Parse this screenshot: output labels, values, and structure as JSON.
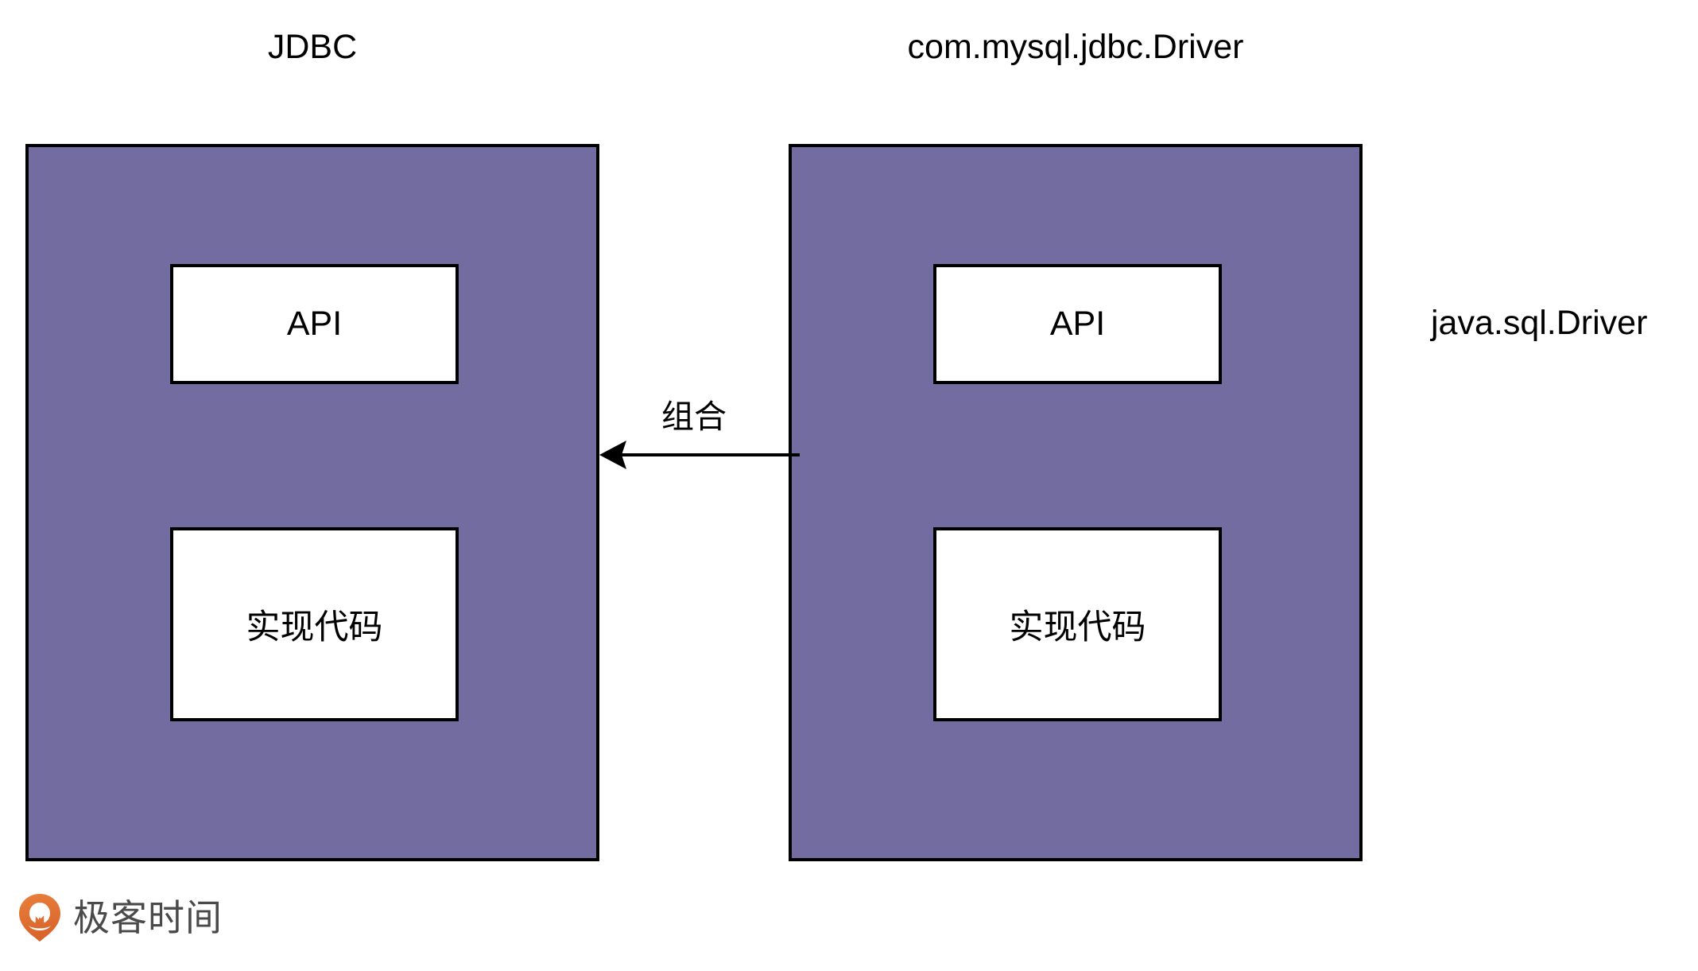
{
  "diagram": {
    "columns": [
      {
        "title": "JDBC",
        "inner_boxes": [
          {
            "label": "API"
          },
          {
            "label": "实现代码"
          }
        ]
      },
      {
        "title": "com.mysql.jdbc.Driver",
        "inner_boxes": [
          {
            "label": "API"
          },
          {
            "label": "实现代码"
          }
        ]
      }
    ],
    "relation": {
      "label": "组合",
      "direction": "right-to-left",
      "from": "com.mysql.jdbc.Driver",
      "to": "JDBC"
    },
    "annotation": {
      "label": "java.sql.Driver"
    },
    "colors": {
      "module_fill": "#726CA0",
      "border": "#000000",
      "inner_fill": "#FFFFFF",
      "background": "#FFFFFF",
      "brand_orange": "#E3762F",
      "brand_text": "#4A4A4A"
    }
  },
  "footer": {
    "brand_name": "极客时间",
    "brand_mark": "geektime-logo-icon"
  }
}
